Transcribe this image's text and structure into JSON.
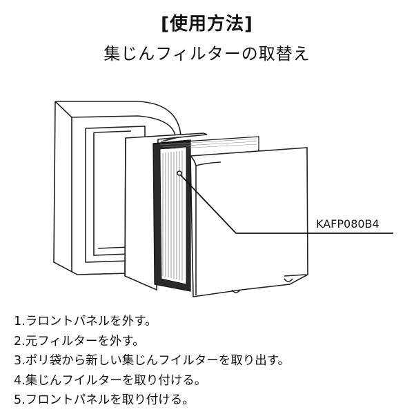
{
  "header": {
    "title": "[使用方法]",
    "subtitle": "集じんフィルターの取替え"
  },
  "diagram": {
    "part_label": "KAFP080B4"
  },
  "steps": [
    "1.ラロントパネルを外す。",
    "2.元フィルターを外す。",
    "3.ポリ袋から新しい集じんフイルターを取り出す。",
    "4.集じんフイルターを取り付ける。",
    "5.フロントパネルを取り付ける。"
  ]
}
